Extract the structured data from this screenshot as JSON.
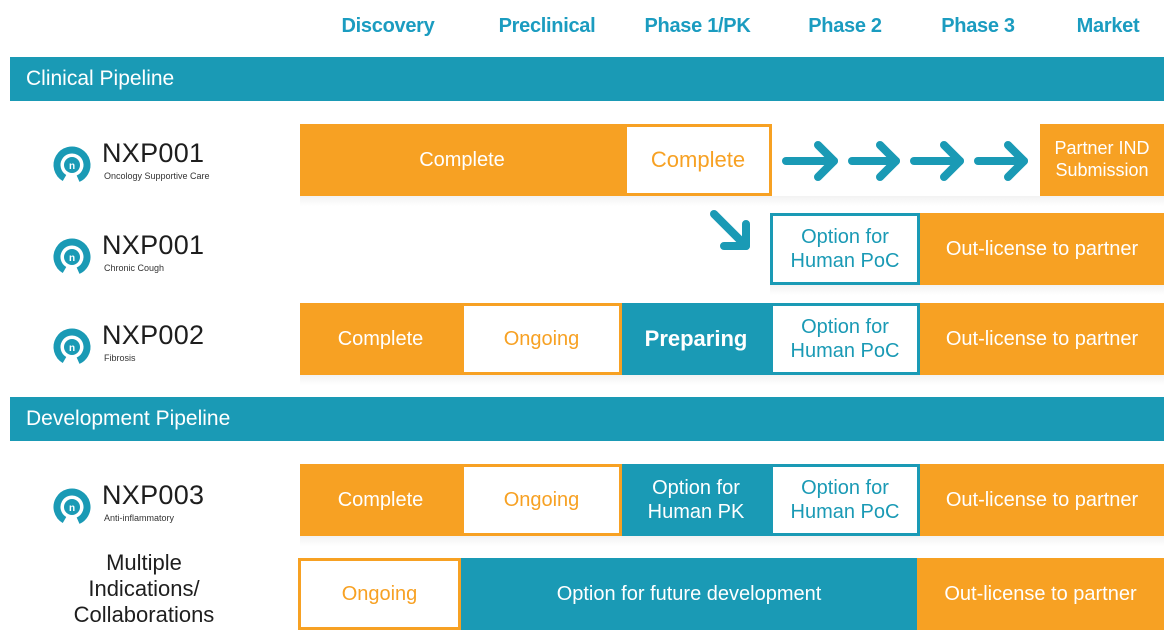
{
  "phases": [
    "Discovery",
    "Preclinical",
    "Phase 1/PK",
    "Phase 2",
    "Phase 3",
    "Market"
  ],
  "sections": {
    "clinical": "Clinical Pipeline",
    "development": "Development Pipeline"
  },
  "rows": {
    "nxp001_onc": {
      "name": "NXP001",
      "indication": "Oncology Supportive Care",
      "seg_complete": "Complete",
      "seg_phase1": "Complete",
      "seg_market": "Partner IND Submission"
    },
    "nxp001_cough": {
      "name": "NXP001",
      "indication": "Chronic Cough",
      "seg_phase2": "Option for Human PoC",
      "seg_outlicense": "Out-license to partner"
    },
    "nxp002": {
      "name": "NXP002",
      "indication": "Fibrosis",
      "seg_discovery": "Complete",
      "seg_preclinical": "Ongoing",
      "seg_phase1": "Preparing",
      "seg_phase2": "Option for Human PoC",
      "seg_outlicense": "Out-license to partner"
    },
    "nxp003": {
      "name": "NXP003",
      "indication": "Anti-inflammatory",
      "seg_discovery": "Complete",
      "seg_preclinical": "Ongoing",
      "seg_phase1": "Option for Human PK",
      "seg_phase2": "Option for Human PoC",
      "seg_outlicense": "Out-license to partner"
    },
    "multiple": {
      "name": "Multiple Indications/ Collaborations",
      "seg_discovery": "Ongoing",
      "seg_future": "Option for future development",
      "seg_outlicense": "Out-license to partner"
    }
  },
  "colors": {
    "orange": "#f7a123",
    "teal": "#1a9ab5",
    "phase_text": "#1b9cc0"
  },
  "icons": {
    "logo": "company-logo-icon",
    "arrow": "arrow-right-icon",
    "diagonal": "arrow-down-right-icon"
  }
}
